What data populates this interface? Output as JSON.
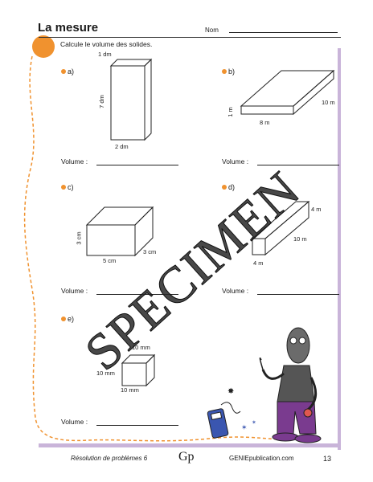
{
  "page": {
    "title": "La mesure",
    "name_label": "Nom",
    "instruction": "Calcule le volume des solides."
  },
  "problems": {
    "a": {
      "label": "a)",
      "dims": {
        "top": "1 dm",
        "side": "7 dm",
        "bottom": "2 dm"
      },
      "volume_label": "Volume :"
    },
    "b": {
      "label": "b)",
      "dims": {
        "length": "10 m",
        "height": "1 m",
        "width": "8 m"
      },
      "volume_label": "Volume :"
    },
    "c": {
      "label": "c)",
      "dims": {
        "height": "3 cm",
        "width": "5 cm",
        "depth": "3 cm"
      },
      "volume_label": "Volume :"
    },
    "d": {
      "label": "d)",
      "dims": {
        "top": "4 m",
        "length": "10 m",
        "bottom": "4 m"
      },
      "volume_label": "Volume :"
    },
    "e": {
      "label": "e)",
      "dims": {
        "top": "10 mm",
        "left": "10 mm",
        "bottom": "10 mm"
      },
      "volume_label": "Volume :"
    }
  },
  "watermark": "SPECIMEN",
  "footer": {
    "book_title": "Résolution de problèmes 6",
    "logo": "Gp",
    "website": "GENIEpublication.com",
    "page_number": "13"
  },
  "colors": {
    "accent": "#f0922f",
    "border_purple": "#c9b4d9"
  }
}
